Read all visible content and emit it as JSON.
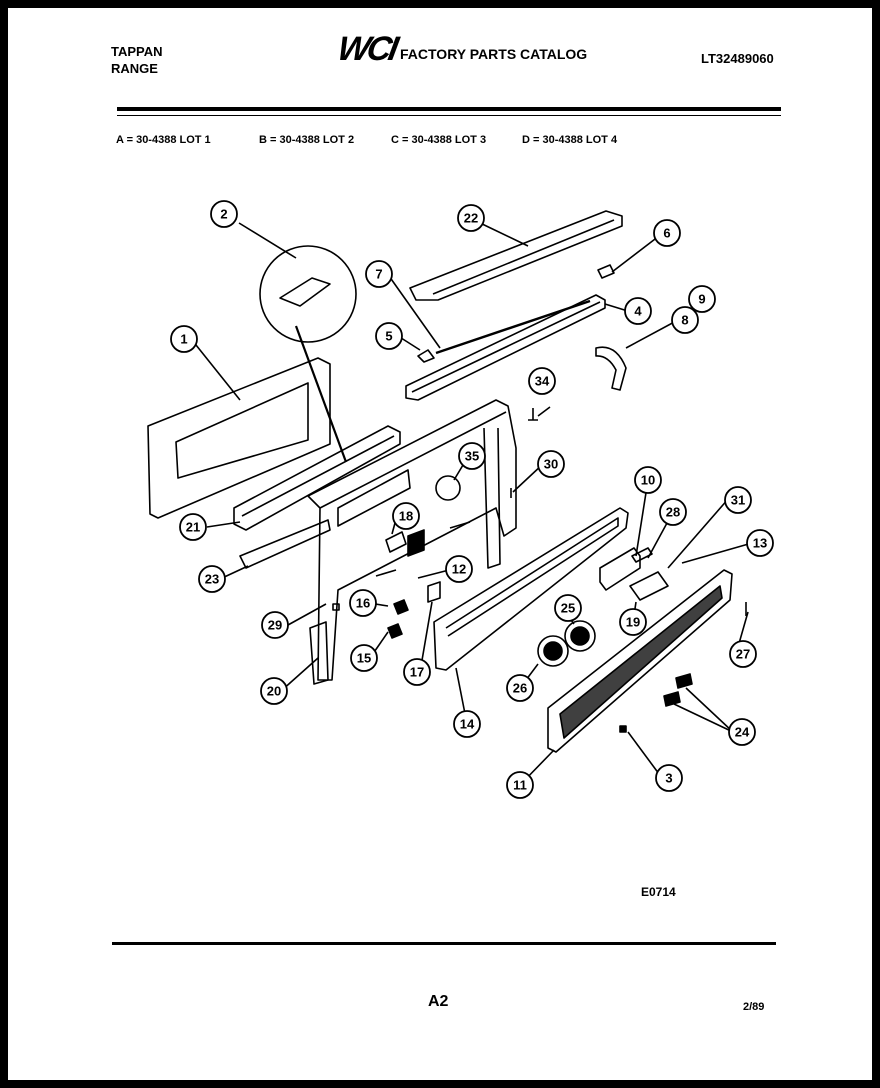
{
  "header": {
    "brand_line1": "TAPPAN",
    "brand_line2": "RANGE",
    "logo": "WCI",
    "catalog_title": "FACTORY PARTS CATALOG",
    "catalog_number": "LT32489060"
  },
  "lots": [
    "A = 30-4388 LOT 1",
    "B = 30-4388 LOT 2",
    "C = 30-4388 LOT 3",
    "D = 30-4388 LOT 4"
  ],
  "diagram": {
    "callouts": [
      "1",
      "2",
      "3",
      "4",
      "5",
      "6",
      "7",
      "8",
      "9",
      "10",
      "11",
      "12",
      "13",
      "14",
      "15",
      "16",
      "17",
      "18",
      "19",
      "20",
      "21",
      "22",
      "23",
      "24",
      "25",
      "26",
      "27",
      "28",
      "29",
      "30",
      "31",
      "34",
      "35"
    ]
  },
  "footer": {
    "drawing_code": "E0714",
    "page": "A2",
    "date": "2/89"
  }
}
